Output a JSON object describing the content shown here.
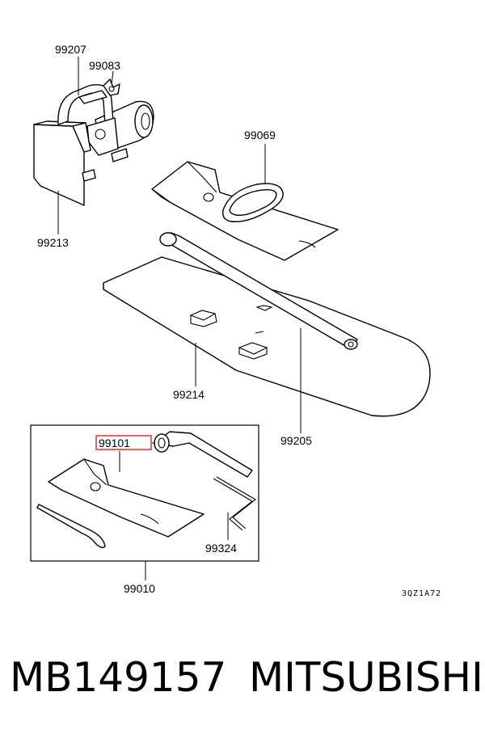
{
  "diagram": {
    "callouts": {
      "jack_bracket": "99207",
      "wing_nut": "99083",
      "jack_pad": "99213",
      "tool_bag": "99069",
      "board": "99214",
      "handle_bar": "99205",
      "wrench": "99101",
      "hook": "99324",
      "tool_kit": "99010"
    },
    "highlighted_callout": "99101",
    "highlight_color": "#e0303a",
    "drawing_code": "3QZ1A72"
  },
  "footer": {
    "part_number": "MB149157",
    "brand": "MITSUBISHI"
  }
}
